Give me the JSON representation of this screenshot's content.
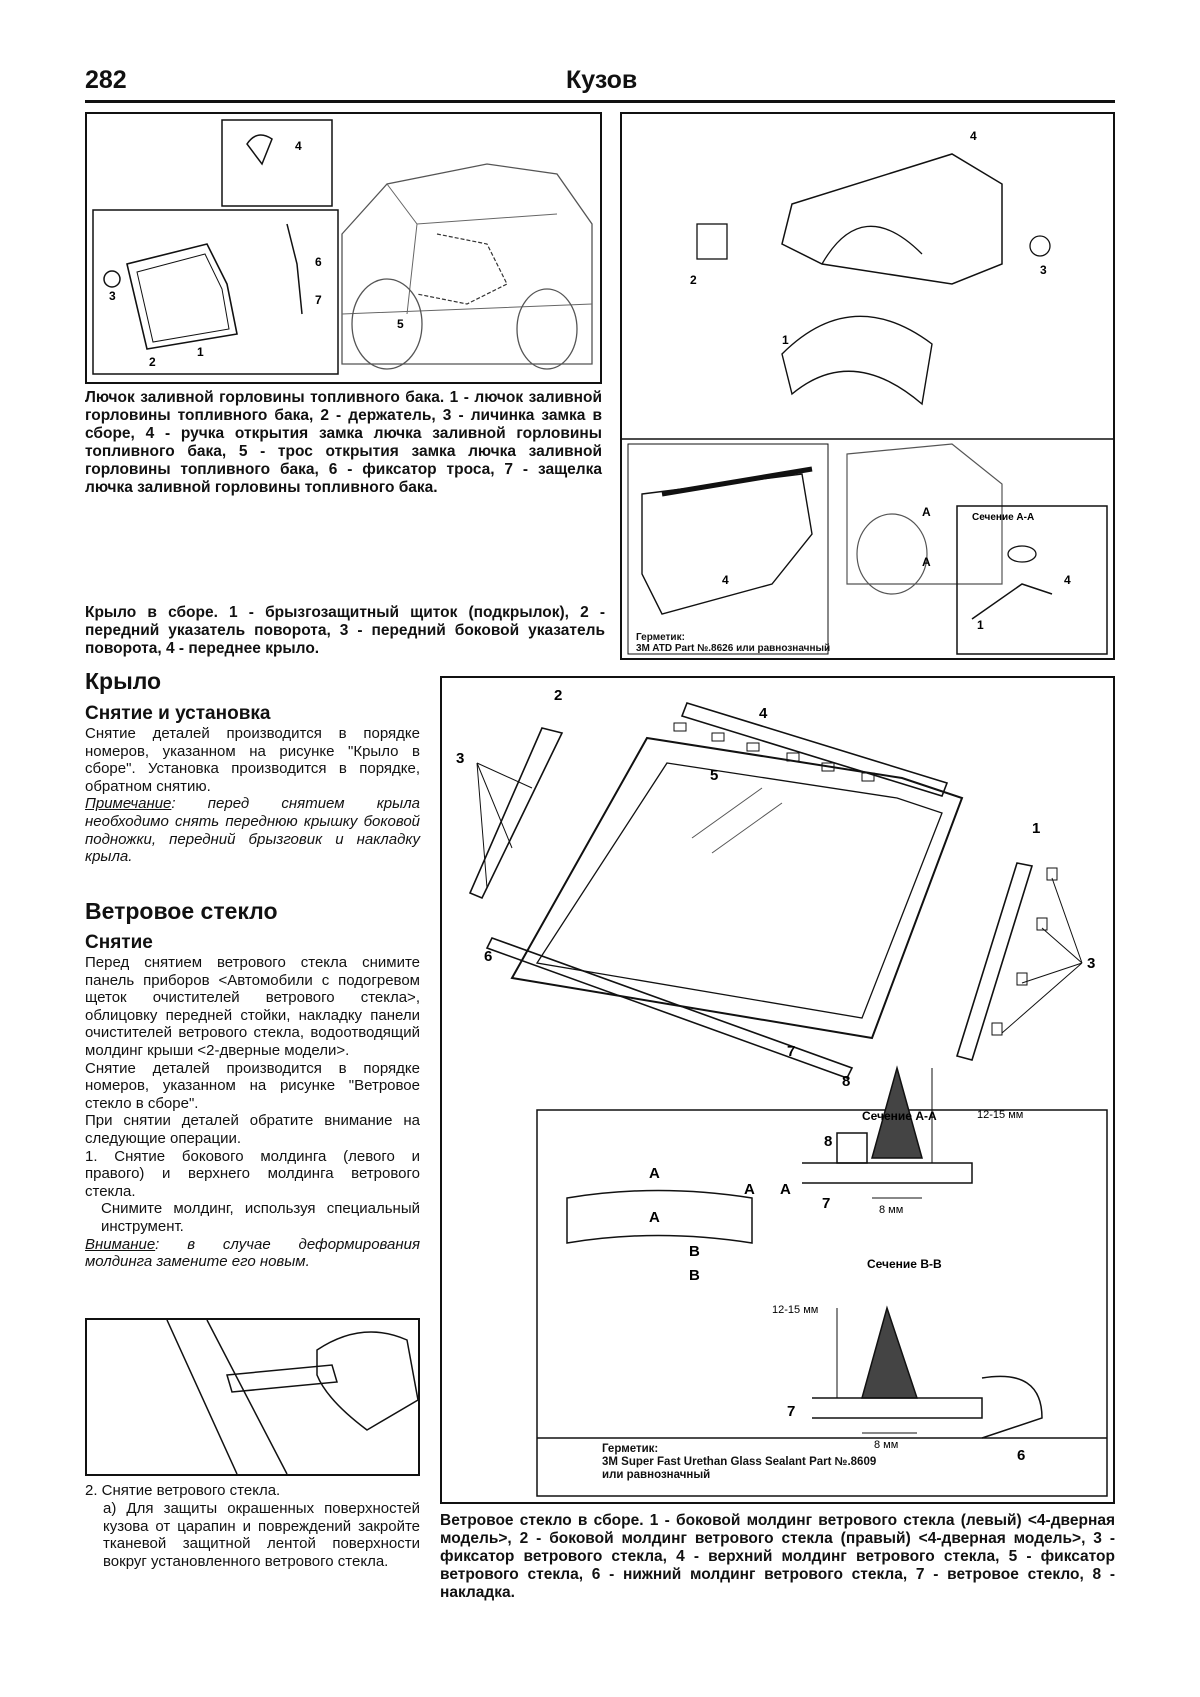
{
  "header": {
    "page_number": "282",
    "title": "Кузов"
  },
  "fig_fuel": {
    "labels": [
      "4",
      "3",
      "6",
      "7",
      "2",
      "1",
      "5"
    ],
    "caption": "Лючок заливной горловины топливного бака. 1 - лючок заливной горловины топливного бака, 2 - держатель, 3 - личинка замка в сборе, 4 - ручка открытия замка лючка заливной горловины топливного бака, 5 - трос открытия замка лючка заливной горловины топливного бака, 6 - фиксатор троса, 7 - защелка лючка заливной горловины топливного бака."
  },
  "fig_fender": {
    "labels": [
      "4",
      "2",
      "3",
      "1",
      "4",
      "A",
      "A",
      "1",
      "4"
    ],
    "section_label": "Сечение A-A",
    "sealant_note": "Герметик:\n3M ATD Part №.8626 или равнозначный",
    "caption": "Крыло в сборе. 1 - брызгозащитный щиток (подкрылок), 2 - передний указатель поворота, 3 - передний боковой указатель поворота, 4 - переднее крыло."
  },
  "section_fender": {
    "title": "Крыло",
    "subtitle": "Снятие и установка",
    "text": "Снятие деталей производится в порядке номеров, указанном на рисунке \"Крыло в сборе\". Установка производится в порядке, обратном снятию.",
    "note_label": "Примечание",
    "note_text": ": перед снятием крыла необходимо снять переднюю крышку боковой подножки, передний брызговик и накладку крыла."
  },
  "section_windshield": {
    "title": "Ветровое стекло",
    "subtitle": "Снятие",
    "p1": "Перед снятием ветрового стекла снимите панель приборов <Автомобили с подогревом щеток очистителей ветрового стекла>, облицовку передней стойки, накладку панели очистителей ветрового стекла, водоотводящий молдинг крыши <2-дверные модели>.",
    "p2": "Снятие деталей производится в порядке номеров, указанном на рисунке \"Ветровое стекло в сборе\".",
    "p3": "При снятии деталей обратите внимание на следующие операции.",
    "step1": "1. Снятие бокового молдинга (левого и правого) и верхнего молдинга ветрового стекла.",
    "step1_sub": "Снимите молдинг, используя специальный инструмент.",
    "warn_label": "Внимание",
    "warn_text": ": в случае деформирования молдинга замените его новым.",
    "step2": "2. Снятие ветрового стекла.",
    "step2_sub": "а) Для защиты окрашенных поверхностей кузова от царапин и повреждений закройте тканевой защитной лентой поверхности вокруг установленного ветрового стекла."
  },
  "fig_windshield": {
    "labels": [
      "2",
      "4",
      "3",
      "5",
      "1",
      "3",
      "6",
      "7",
      "8"
    ],
    "section_aa": "Сечение A-A",
    "section_bb": "Сечение B-B",
    "dim_height": "12-15 мм",
    "dim_width": "8 мм",
    "marks": [
      "A",
      "A",
      "A",
      "A",
      "B",
      "B"
    ],
    "sec_labels": [
      "8",
      "7",
      "7",
      "6"
    ],
    "sealant_note": "Герметик:\n3M Super Fast Urethan Glass Sealant Part №.8609\nили равнозначный",
    "caption": "Ветровое стекло в сборе. 1 - боковой молдинг ветрового стекла (левый) <4-дверная модель>, 2 - боковой молдинг ветрового стекла (правый) <4-дверная модель>, 3 - фиксатор ветрового стекла, 4 - верхний молдинг ветрового стекла, 5 - фиксатор ветрового стекла, 6 - нижний молдинг ветрового стекла, 7 - ветровое стекло, 8 - накладка."
  },
  "colors": {
    "ink": "#111111",
    "paper": "#ffffff"
  }
}
